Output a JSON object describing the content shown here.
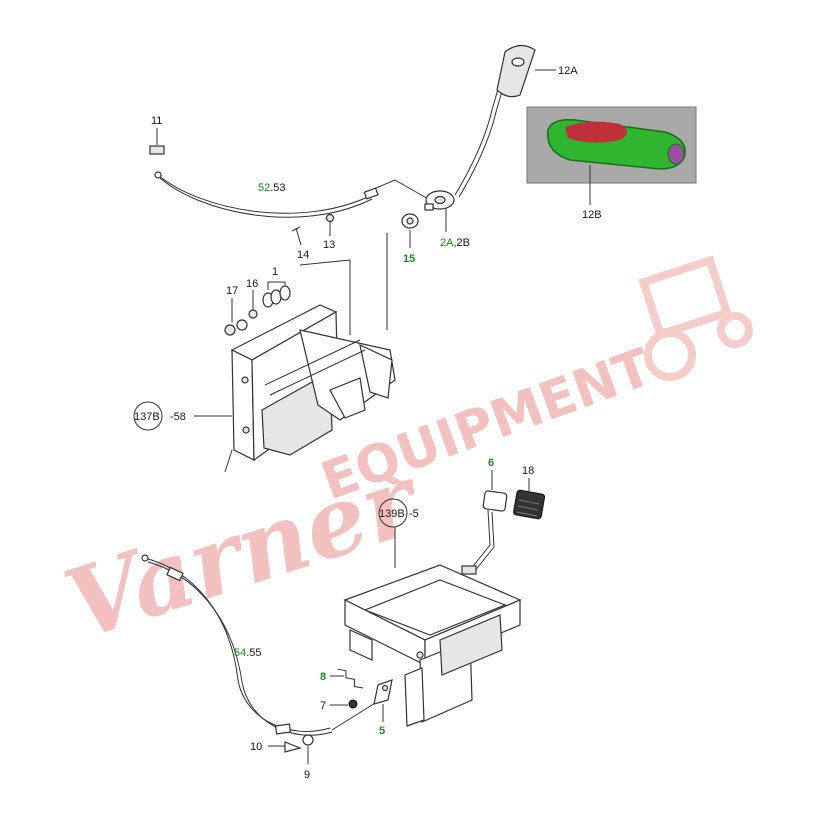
{
  "diagram": {
    "callouts": {
      "c11": "11",
      "c52_a": "52",
      "c52_b": ".53",
      "c14": "14",
      "c13": "13",
      "c15": "15",
      "c2_a": "2A",
      "c2_b": ",2B",
      "c12a": "12A",
      "c12b": "12B",
      "c17": "17",
      "c16": "16",
      "c1": "1",
      "c137b_ref": "137B",
      "c137b_num": "-58",
      "c139b_ref": "139B",
      "c139b_num": "-5",
      "c6": "6",
      "c18": "18",
      "c54_a": "54",
      "c54_b": ".55",
      "c8": "8",
      "c7": "7",
      "c5": "5",
      "c10": "10",
      "c9": "9"
    },
    "watermark": {
      "script": "Varner",
      "block": "EQUIPMENT"
    },
    "colors": {
      "highlight_label": "#1f8a1f",
      "watermark": "#e8908c",
      "grip_green": "#2fb52f",
      "grip_red": "#c0303a",
      "inset_bg": "#a9a9a9"
    }
  }
}
